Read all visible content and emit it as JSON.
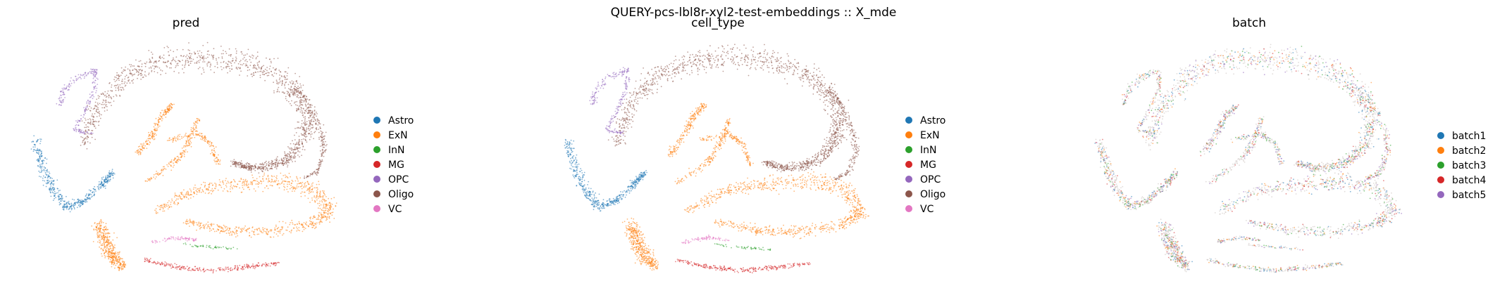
{
  "figure": {
    "suptitle": "QUERY-pcs-lbl8r-xyl2-test-embeddings :: X_mde"
  },
  "chart_data": [
    {
      "type": "scatter",
      "title": "pred",
      "xlabel": "",
      "ylabel": "",
      "grid": false,
      "legend_placement": "right",
      "legend": [
        {
          "label": "Astro",
          "color": "#1f77b4"
        },
        {
          "label": "ExN",
          "color": "#ff7f0e"
        },
        {
          "label": "InN",
          "color": "#2ca02c"
        },
        {
          "label": "MG",
          "color": "#d62728"
        },
        {
          "label": "OPC",
          "color": "#9467bd"
        },
        {
          "label": "Oligo",
          "color": "#8c564b"
        },
        {
          "label": "VC",
          "color": "#e377c2"
        }
      ]
    },
    {
      "type": "scatter",
      "title": "cell_type",
      "xlabel": "",
      "ylabel": "",
      "grid": false,
      "legend_placement": "right",
      "legend": [
        {
          "label": "Astro",
          "color": "#1f77b4"
        },
        {
          "label": "ExN",
          "color": "#ff7f0e"
        },
        {
          "label": "InN",
          "color": "#2ca02c"
        },
        {
          "label": "MG",
          "color": "#d62728"
        },
        {
          "label": "OPC",
          "color": "#9467bd"
        },
        {
          "label": "Oligo",
          "color": "#8c564b"
        },
        {
          "label": "VC",
          "color": "#e377c2"
        }
      ]
    },
    {
      "type": "scatter",
      "title": "batch",
      "xlabel": "",
      "ylabel": "",
      "grid": false,
      "legend_placement": "right",
      "legend": [
        {
          "label": "batch1",
          "color": "#1f77b4"
        },
        {
          "label": "batch2",
          "color": "#ff7f0e"
        },
        {
          "label": "batch3",
          "color": "#2ca02c"
        },
        {
          "label": "batch4",
          "color": "#d62728"
        },
        {
          "label": "batch5",
          "color": "#9467bd"
        }
      ]
    }
  ]
}
